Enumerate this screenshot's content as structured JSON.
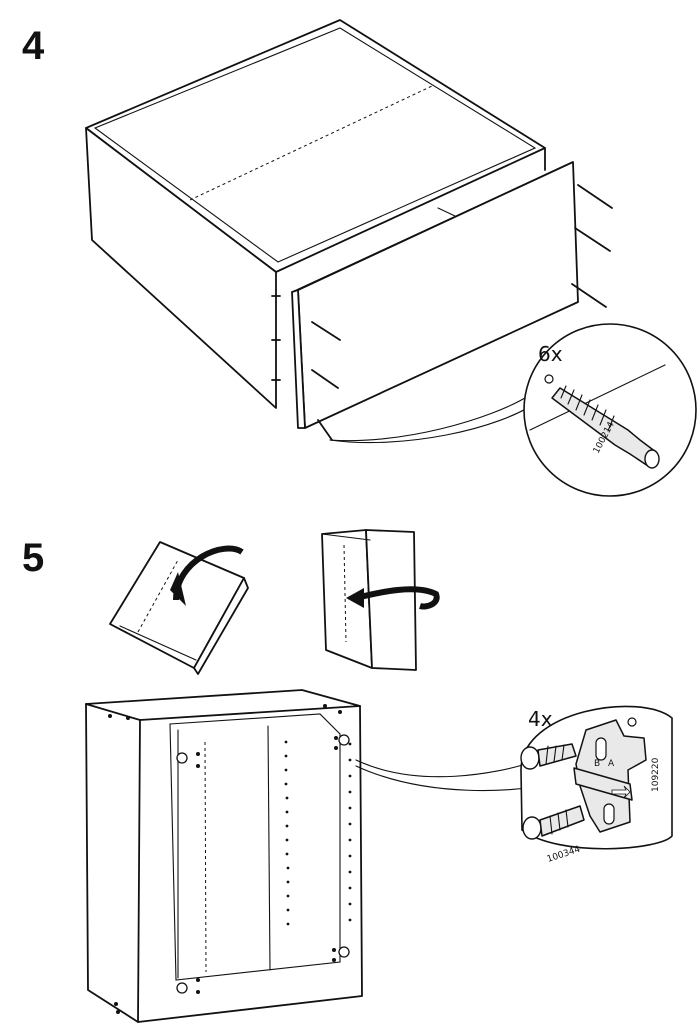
{
  "steps": [
    {
      "number": "4",
      "callout": {
        "quantity": "6x",
        "part_number": "100214"
      }
    },
    {
      "number": "5",
      "callout": {
        "quantity": "4x",
        "screw_part_number": "100344",
        "plate_part_number": "109220",
        "hole_label_b": "B",
        "hole_label_a": "A"
      }
    }
  ]
}
